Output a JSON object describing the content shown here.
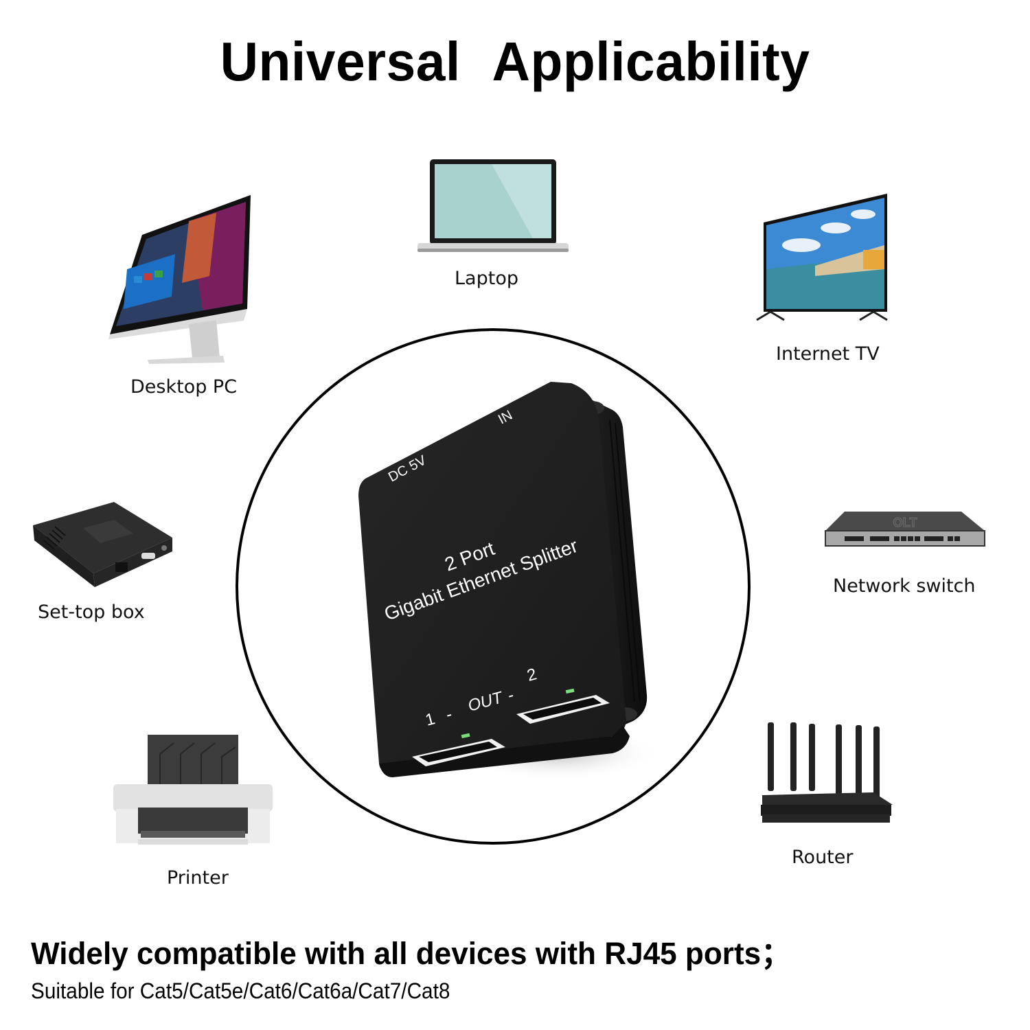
{
  "header": {
    "title": "Universal  Applicability"
  },
  "devices": [
    {
      "id": "desktop-pc",
      "label": "Desktop PC"
    },
    {
      "id": "laptop",
      "label": "Laptop"
    },
    {
      "id": "internet-tv",
      "label": "Internet TV"
    },
    {
      "id": "set-top-box",
      "label": "Set-top box"
    },
    {
      "id": "network-switch",
      "label": "Network switch",
      "panel_text": "OLT"
    },
    {
      "id": "printer",
      "label": "Printer"
    },
    {
      "id": "router",
      "label": "Router"
    }
  ],
  "product": {
    "name_line1": "2 Port",
    "name_line2": "Gigabit Ethernet Splitter",
    "power_label": "DC 5V",
    "input_label": "IN",
    "output_label": "1  -  OUT  -  2",
    "out_port_1": "1",
    "out_sep_1": "-",
    "out_word": "OUT",
    "out_sep_2": "-",
    "out_port_2": "2",
    "body_color": "#1e1e1e"
  },
  "footer": {
    "headline": "Widely compatible with all devices with RJ45 ports；",
    "subline": "Suitable for Cat5/Cat5e/Cat6/Cat6a/Cat7/Cat8"
  }
}
